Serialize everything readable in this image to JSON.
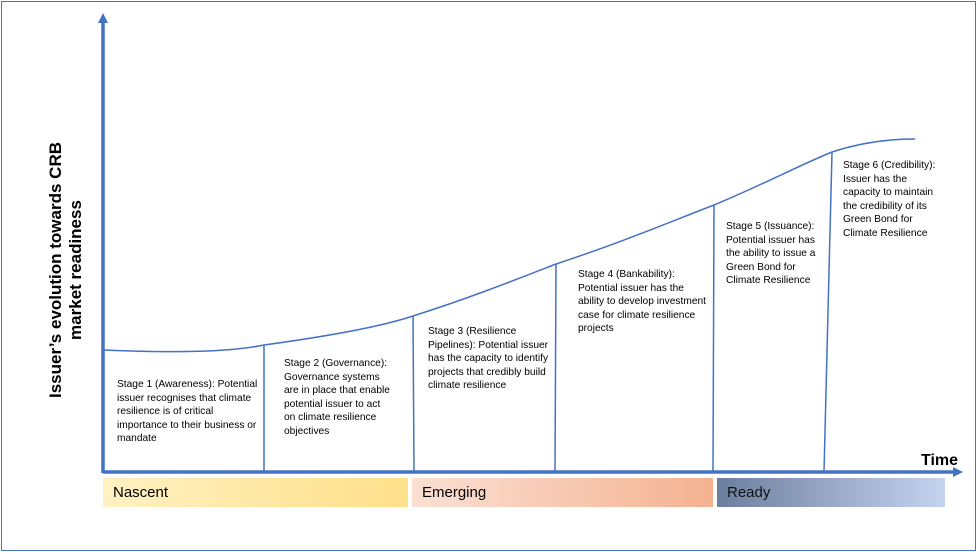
{
  "axes": {
    "y_label_line1": "Issuer’s  evolution towards CRB",
    "y_label_line2": "market readiness",
    "x_label": "Time"
  },
  "stages": [
    {
      "id": "stage-1",
      "text": "Stage 1 (Awareness): Potential issuer recognises that climate resilience is of critical importance to their business or mandate"
    },
    {
      "id": "stage-2",
      "text": "Stage 2 (Governance): Governance systems are in place that enable potential issuer to act on climate resilience objectives"
    },
    {
      "id": "stage-3",
      "text": "Stage 3 (Resilience Pipelines): Potential issuer has the capacity to identify projects that credibly build climate resilience"
    },
    {
      "id": "stage-4",
      "text": "Stage 4 (Bankability): Potential issuer has the ability to develop investment case for climate resilience projects"
    },
    {
      "id": "stage-5",
      "text": "Stage 5 (Issuance): Potential issuer has the ability to issue a Green Bond for Climate Resilience"
    },
    {
      "id": "stage-6",
      "text": "Stage 6 (Credibility): Issuer has the capacity to maintain the credibility of its Green Bond for Climate Resilience"
    }
  ],
  "phases": [
    {
      "id": "nascent",
      "label": "Nascent"
    },
    {
      "id": "emerging",
      "label": "Emerging"
    },
    {
      "id": "ready",
      "label": "Ready"
    }
  ],
  "colors": {
    "line": "#4472c4",
    "nascent": "#ffe08a",
    "emerging": "#f4b291",
    "ready": "#6c7e9e"
  }
}
